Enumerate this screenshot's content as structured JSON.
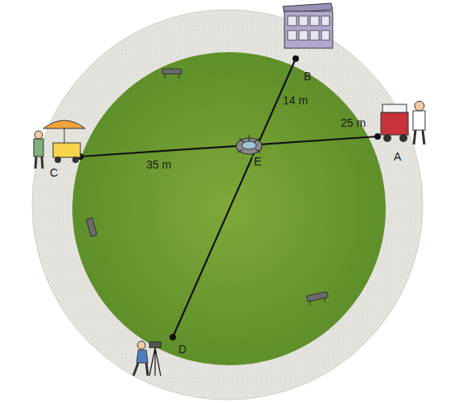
{
  "diagram": {
    "labels": [
      "B",
      "14 m",
      "A",
      "25 m",
      "C",
      "35 m",
      "E",
      "D"
    ]
  }
}
